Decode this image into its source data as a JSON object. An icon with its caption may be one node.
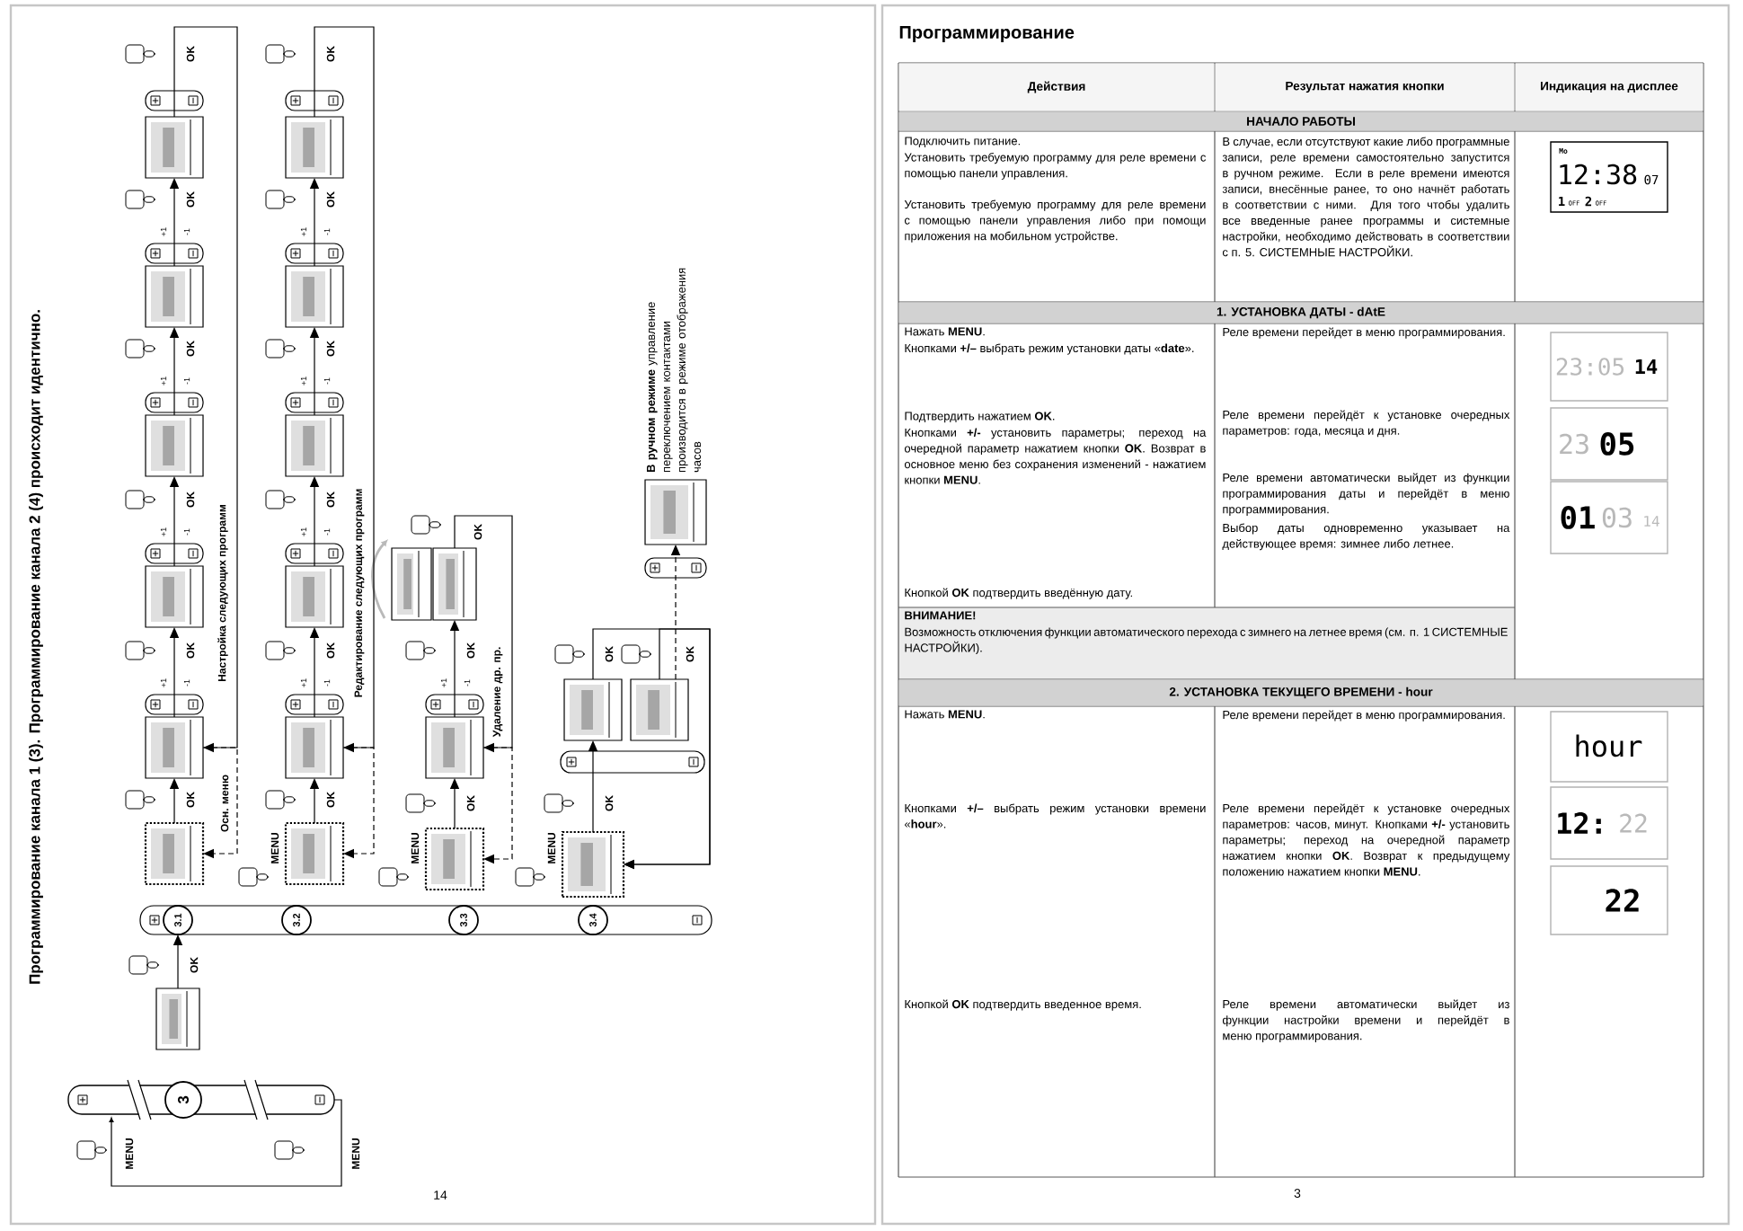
{
  "diagram": {
    "title": "Программирование",
    "nodes": [
      {
        "text": [
          "3"
        ]
      },
      {
        "text": [],
        "shape": "box"
      },
      {
        "text": [
          "3.1"
        ]
      },
      {
        "text": [
          "3.2"
        ]
      },
      {
        "text": [
          "3.3"
        ]
      },
      {
        "text": [
          "3.4"
        ]
      },
      {
        "text": [],
        "shape": "box"
      },
      {
        "text": [],
        "shape": "box"
      },
      {
        "text": [],
        "shape": "box"
      },
      {
        "text": [],
        "shape": "box"
      },
      {
        "text": [],
        "shape": "box"
      },
      {
        "text": [],
        "shape": "box"
      },
      {
        "text": [],
        "shape": "box"
      },
      {
        "text": [],
        "shape": "box"
      },
      {
        "text": [],
        "shape": "box"
      },
      {
        "text": [],
        "shape": "box"
      },
      {
        "text": [],
        "shape": "box"
      },
      {
        "text": [],
        "shape": "box"
      },
      {
        "text": [],
        "shape": "box"
      },
      {
        "text": [],
        "shape": "box"
      },
      {
        "text": [],
        "shape": "box"
      },
      {
        "text": [],
        "shape": "box"
      },
      {
        "text": [],
        "shape": "box"
      },
      {
        "text": [],
        "shape": "box"
      },
      {
        "text": [],
        "shape": "box"
      },
      {
        "text": [],
        "shape": "box"
      }
    ],
    "edges": [
      {
        "from": 1,
        "to": 2,
        "arrow": "to",
        "label": "OK"
      },
      {
        "from": 6,
        "to": 7,
        "arrow": "to",
        "label": "OK"
      },
      {
        "from": 7,
        "to": 8,
        "arrow": "to",
        "label": "OK"
      },
      {
        "from": 8,
        "to": 9,
        "arrow": "to",
        "label": "OK"
      },
      {
        "from": 9,
        "to": 10,
        "arrow": "to",
        "label": "OK"
      },
      {
        "from": 10,
        "to": 11,
        "arrow": "to",
        "label": "OK"
      },
      {
        "from": 12,
        "to": 13,
        "arrow": "to",
        "label": "OK"
      },
      {
        "from": 13,
        "to": 14,
        "arrow": "to",
        "label": "OK"
      },
      {
        "from": 14,
        "to": 15,
        "arrow": "to",
        "label": "OK"
      },
      {
        "from": 15,
        "to": 16,
        "arrow": "to",
        "label": "OK"
      },
      {
        "from": 16,
        "to": 17,
        "arrow": "to",
        "label": "OK"
      },
      {
        "from": 18,
        "to": 19,
        "arrow": "to",
        "label": "OK"
      },
      {
        "from": 19,
        "to": 21,
        "arrow": "to",
        "label": "OK"
      },
      {
        "from": 22,
        "to": 23,
        "arrow": "to",
        "label": "OK"
      },
      {
        "from": 11,
        "to": 7,
        "arrow": "to",
        "label": "Настройка следующих программ"
      },
      {
        "from": 17,
        "to": 13,
        "arrow": "to",
        "label": "Редактирование следующих программ"
      },
      {
        "from": 21,
        "to": 19,
        "arrow": "to",
        "label": "Удаление др. пр."
      },
      {
        "from": 23,
        "to": 22,
        "arrow": "to",
        "label": "OK"
      },
      {
        "from": 24,
        "to": 22,
        "arrow": "to",
        "label": "OK"
      },
      {
        "from": 7,
        "to": 6,
        "arrow": "to",
        "label": "Осн. меню",
        "style": "dashed"
      },
      {
        "from": 13,
        "to": 12,
        "arrow": "to",
        "style": "dashed"
      },
      {
        "from": 19,
        "to": 18,
        "arrow": "to",
        "style": "dashed"
      },
      {
        "from": 24,
        "to": 25,
        "arrow": "to",
        "style": "dashed"
      }
    ],
    "labels": [
      "Программирование канала 1 (3). Программирование канала 2 (4) происходит идентично.",
      "OK",
      "OK",
      "+1",
      "-1",
      "+1",
      "-1",
      "+1",
      "-1",
      "+1",
      "-1",
      "+1",
      "-1",
      "+1",
      "-1",
      "+1",
      "-1",
      "+1",
      "-1",
      "OK",
      "+1",
      "-1",
      "MENU",
      "MENU",
      "MENU",
      "**В ручном режиме** управление переключением контактами производится в режиме отображения часов",
      "MENU",
      "MENU",
      "14",
      "Действия",
      "Результат нажатия кнопки",
      "Индикация на дисплее",
      "НАЧАЛО РАБОТЫ",
      "Подключить питание.",
      "Установить требуемую программу для реле времени с помощью панели управления.",
      "Установить требуемую программу для реле времени с помощью панели управления либо при помощи приложения на мобильном устройстве.",
      "В случае, если отсутствуют какие либо программные записи, реле времени самостоятельно запустится в ручном режиме. Если в реле времени имеются записи, внесённые ранее, то оно начнёт работать в соответствии с ними. Для того чтобы удалить все введенные ранее программы и системные настройки, необходимо действовать в соответствии с п. 5. СИСТЕМНЫЕ НАСТРОЙКИ.",
      "Mo",
      "12:38",
      "07",
      "1",
      "OFF",
      "2",
      "OFF",
      "1. УСТАНОВКА ДАТЫ - dAtE",
      "Нажать **MENU**.",
      "Кнопками **+/–** выбрать режим установки даты «**date**».",
      "Подтвердить нажатием **OK**.",
      "Кнопками **+/-** установить параметры; переход на очередной параметр нажатием кнопки **OK**. Возврат в основное меню без сохранения изменений - нажатием кнопки **MENU**.",
      "Кнопкой **OK** подтвердить введённую дату.",
      "Реле времени перейдет в меню программирования.",
      "Реле времени перейдёт к установке очередных параметров: года, месяца и дня.",
      "Реле времени автоматически выйдет из функции программирования даты и перейдёт в меню программирования.",
      "Выбор даты одновременно указывает на действующее время: зимнее либо летнее.",
      "23:05",
      "14",
      "23",
      "05",
      "01",
      "03",
      "14",
      "ВНИМАНИЕ!",
      "Возможность отключения функции автоматического перехода с зимнего на летнее время (см. п. 1 СИСТЕМНЫЕ НАСТРОЙКИ).",
      "2. УСТАНОВКА ТЕКУЩЕГО ВРЕМЕНИ - hour",
      "Нажать **MENU**.",
      "Кнопками **+/–** выбрать режим установки времени «**hour**».",
      "Кнопкой **OK** подтвердить введенное время.",
      "Реле времени перейдет в меню программирования.",
      "Реле времени перейдёт к установке очередных параметров: часов, минут. Кнопками **+/-** установить параметры; переход на очередной параметр нажатием кнопки **OK**. Возврат к предыдущему положению нажатием кнопки **MENU**.",
      "Реле времени автоматически выйдет из функции настройки времени и перейдёт в меню программирования.",
      "hour",
      "12:",
      "22",
      "22",
      "3"
    ]
  }
}
